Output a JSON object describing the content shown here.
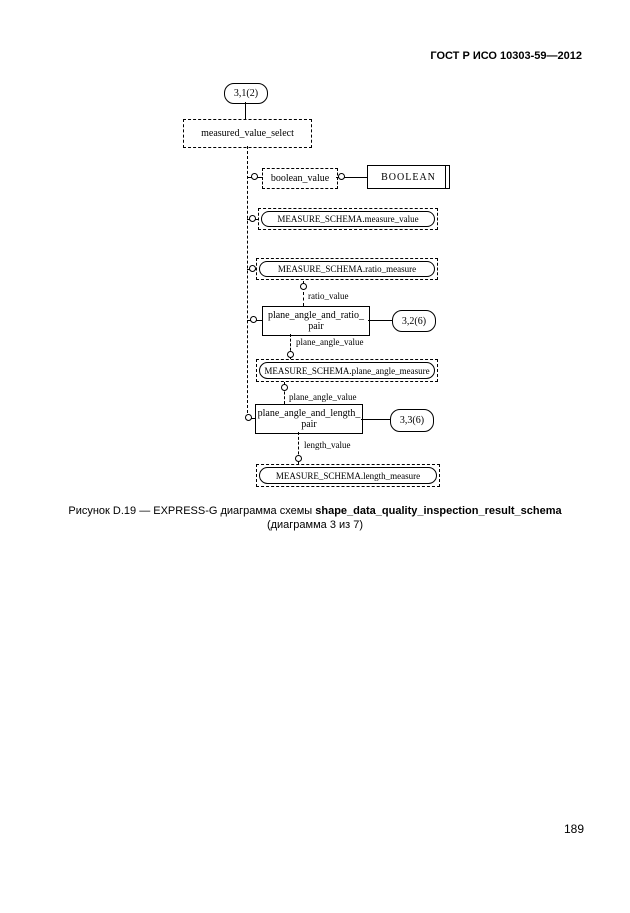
{
  "header": {
    "title": "ГОСТ Р ИСО 10303-59—2012"
  },
  "footer": {
    "page_number": "189"
  },
  "caption": {
    "line1_prefix": "Рисунок D.19 — EXPRESS-G диаграмма схемы ",
    "line1_bold": "shape_data_quality_inspection_result_schema",
    "line2": "(диаграмма 3 из 7)"
  },
  "diagram": {
    "page_ref_top": "3,1(2)",
    "page_ref_mid": "3,2(6)",
    "page_ref_bottom": "3,3(6)",
    "select_node": "measured_value_select",
    "boolean_value_node": "boolean_value",
    "boolean_type": "BOOLEAN",
    "measure_value_ref": "MEASURE_SCHEMA.measure_value",
    "ratio_measure_ref": "MEASURE_SCHEMA.ratio_measure",
    "plane_angle_measure_ref": "MEASURE_SCHEMA.plane_angle_measure",
    "length_measure_ref": "MEASURE_SCHEMA.length_measure",
    "pair_ratio_line1": "plane_angle_and_ratio_",
    "pair_ratio_line2": "pair",
    "pair_length_line1": "plane_angle_and_length_",
    "pair_length_line2": "pair",
    "attr_ratio_value": "ratio_value",
    "attr_plane_angle_value": "plane_angle_value",
    "attr_plane_angle_value2": "plane_angle_value",
    "attr_length_value": "length_value"
  }
}
